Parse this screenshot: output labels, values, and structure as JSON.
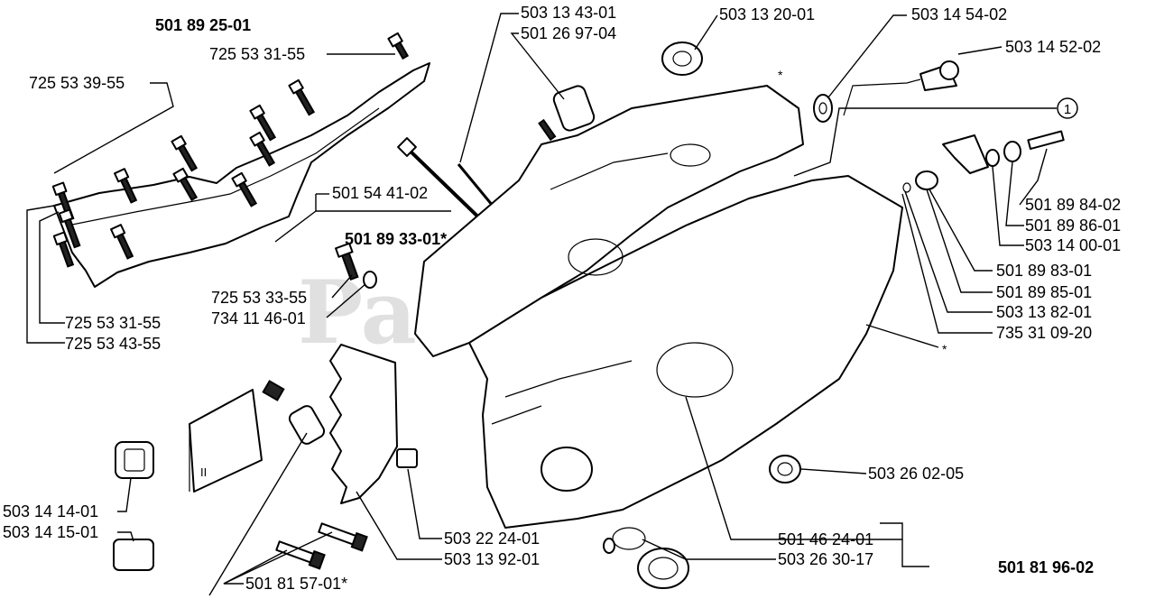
{
  "labels": {
    "assembly_top": "501 89 25-01",
    "l_725533155_top": "725 53 31-55",
    "l_725533955": "725 53 39-55",
    "l_725533155_bot": "725 53 31-55",
    "l_725534355": "725 53 43-55",
    "l_503134301": "503 13 43-01",
    "l_501269704": "501 26 97-04",
    "l_503132001": "503 13 20-01",
    "l_503145402": "503 14 54-02",
    "l_503145202": "503 14 52-02",
    "l_501544102": "501 54 41-02",
    "l_501893301": "501 89 33-01*",
    "l_725533355": "725 53 33-55",
    "l_734114601": "734 11 46-01",
    "l_501898402": "501 89 84-02",
    "l_501898601": "501 89 86-01",
    "l_503140001": "503 14 00-01",
    "l_501898301": "501 89 83-01",
    "l_501898501": "501 89 85-01",
    "l_503138201": "503 13 82-01",
    "l_735310920": "735 31 09-20",
    "l_503260205": "503 26 02-05",
    "l_503141401": "503 14 14-01",
    "l_503141501": "503 14 15-01",
    "l_503222401": "503 22 24-01",
    "l_503139201": "503 13 92-01",
    "l_501815701": "501 81 57-01*",
    "l_501462401": "501 46 24-01",
    "l_503263017": "503 26 30-17",
    "assembly_bottom": "501 81 96-02",
    "callout_1": "1",
    "star": "*",
    "plate_mark": "II"
  },
  "watermark": "PartsTree",
  "colors": {
    "ink": "#000000",
    "paper": "#ffffff",
    "watermark": "#c8c8c8"
  }
}
